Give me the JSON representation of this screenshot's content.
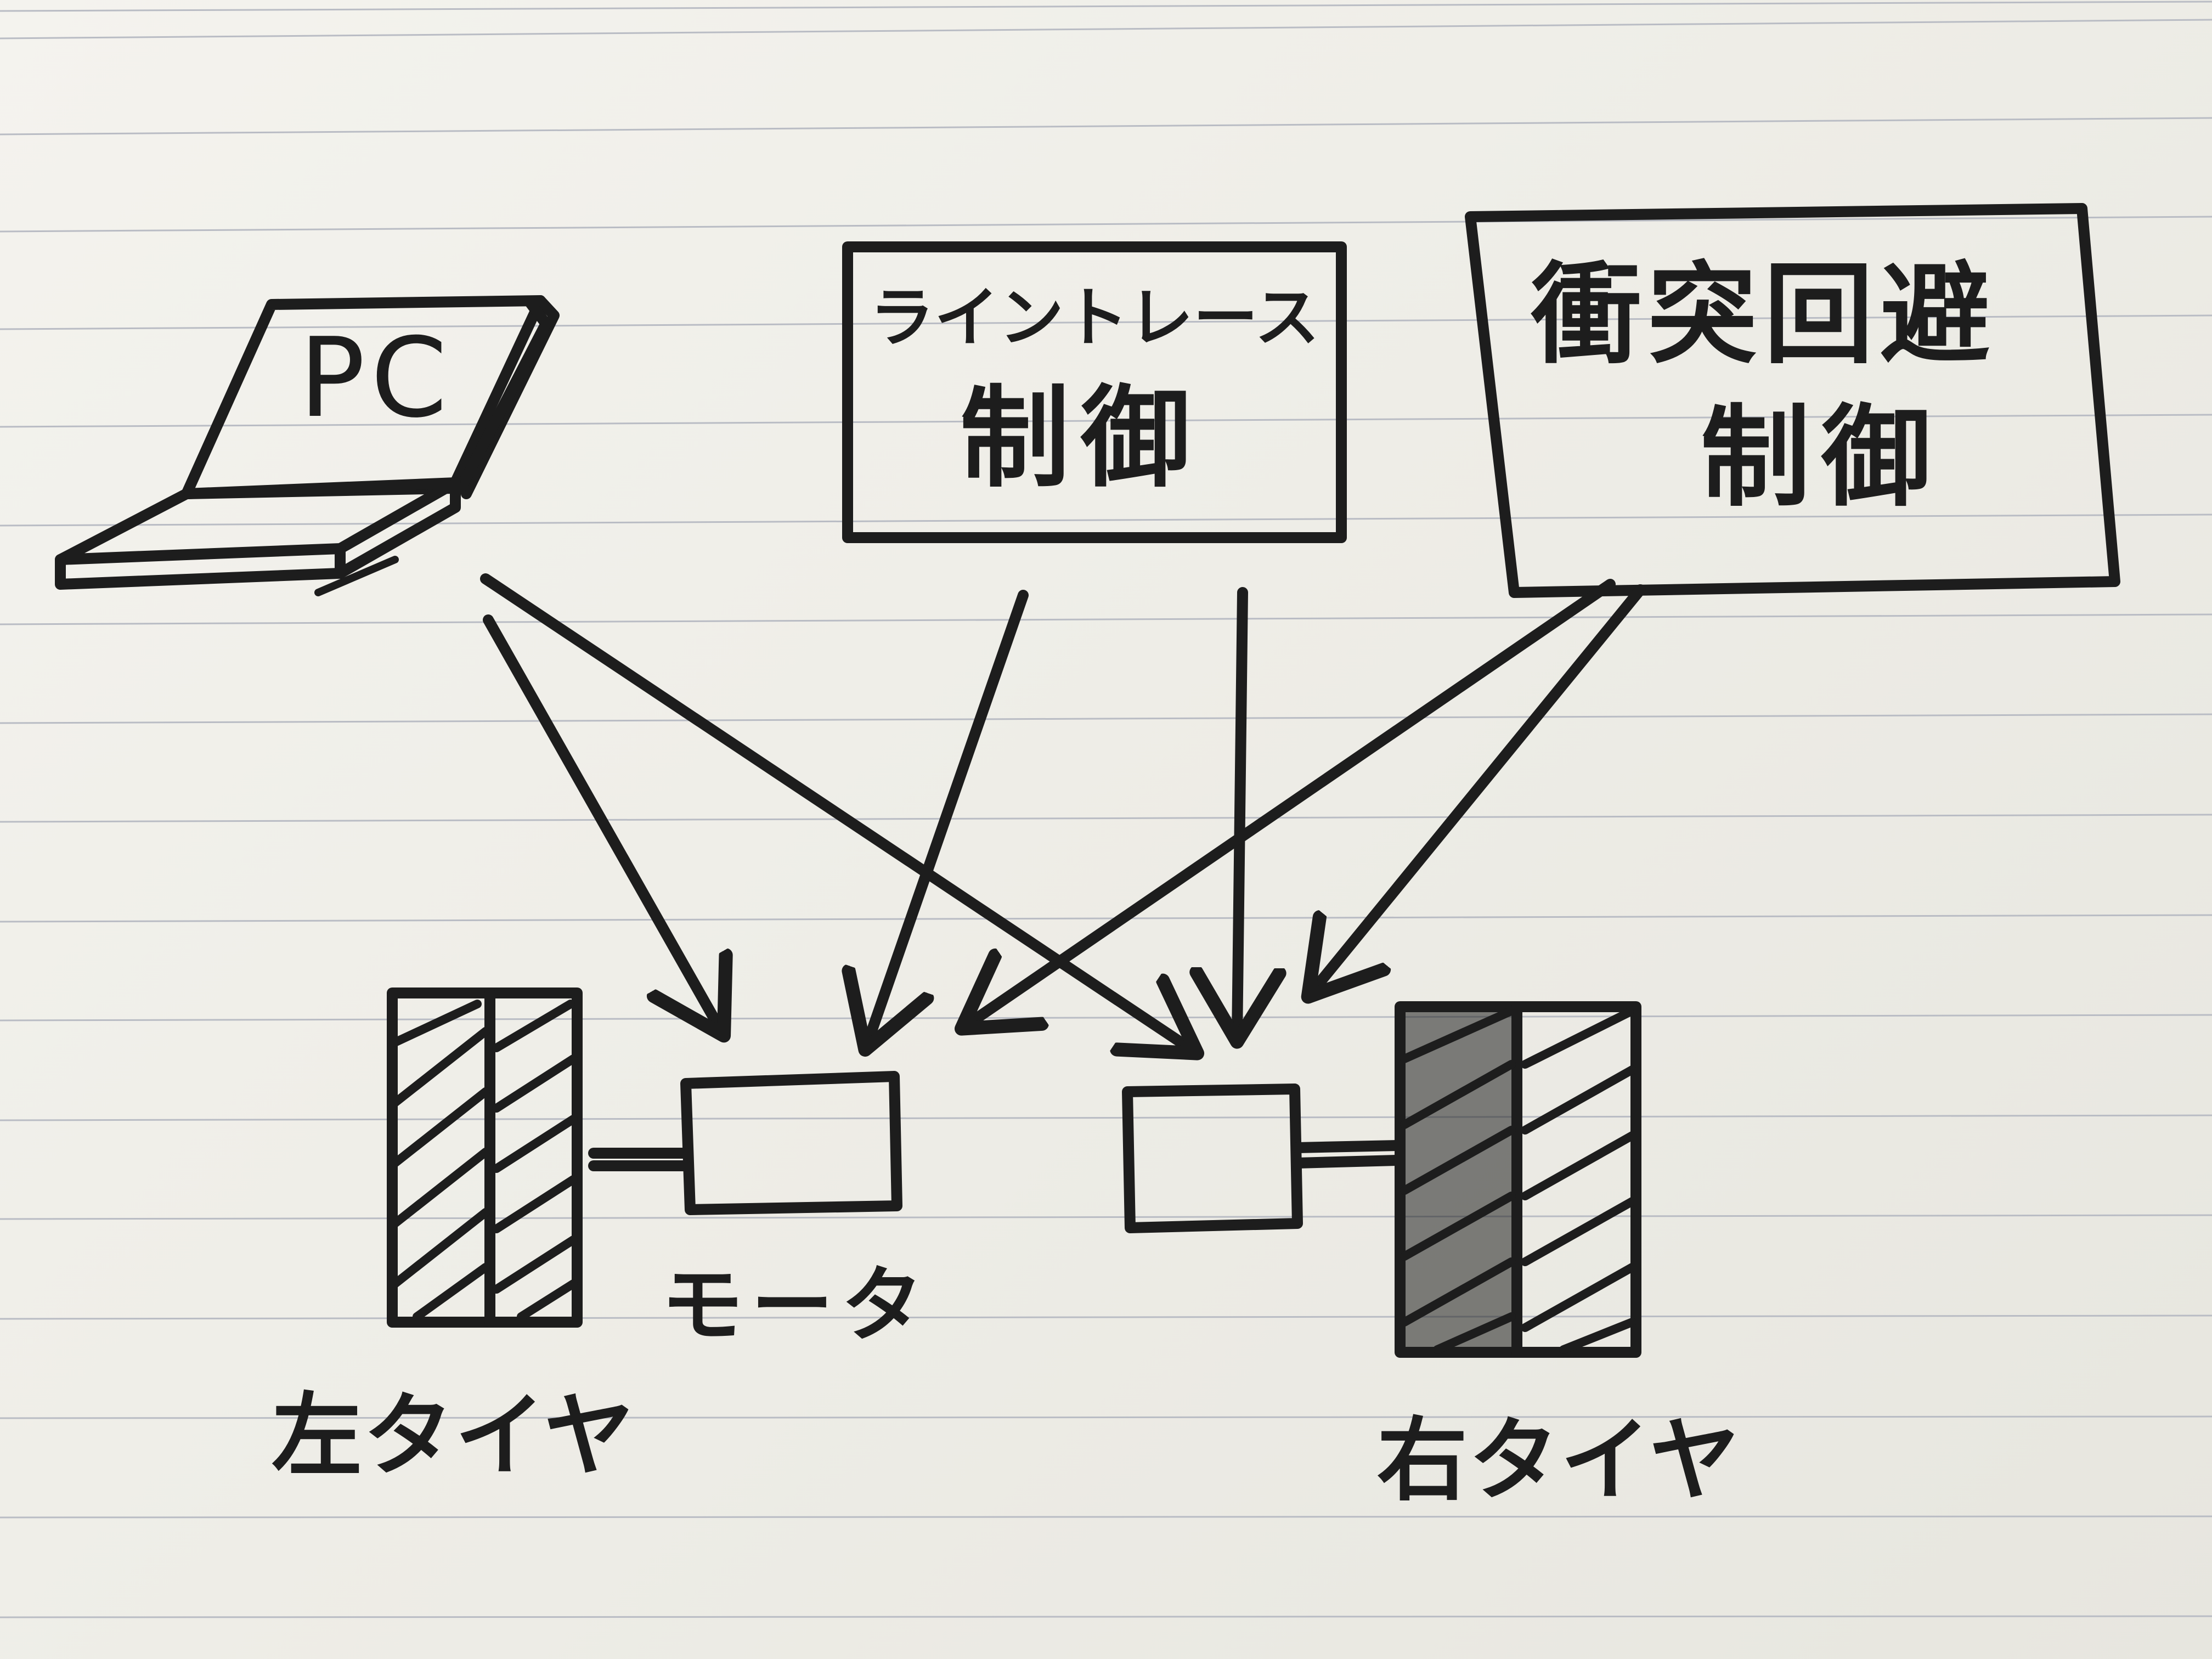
{
  "diagram": {
    "nodes": {
      "pc": {
        "label": "PC",
        "icon": "laptop-icon"
      },
      "line_trace": {
        "line1": "ライントレース",
        "line2": "制御"
      },
      "collision_avoid": {
        "line1": "衝突回避",
        "line2": "制御"
      },
      "motor_left": {
        "label": "モータ"
      },
      "motor_right": {
        "label": ""
      },
      "tire_left": {
        "label": "左タイヤ"
      },
      "tire_right": {
        "label": "右タイヤ"
      }
    },
    "edges": [
      {
        "from": "pc",
        "to": "motor_left"
      },
      {
        "from": "pc",
        "to": "motor_right"
      },
      {
        "from": "line_trace",
        "to": "motor_left"
      },
      {
        "from": "line_trace",
        "to": "motor_right"
      },
      {
        "from": "collision_avoid",
        "to": "motor_left"
      },
      {
        "from": "collision_avoid",
        "to": "motor_right"
      }
    ],
    "ink_color": "#1d1d1d",
    "paper_color": "#f4f3ee",
    "rule_color": "#b9bcc4"
  }
}
